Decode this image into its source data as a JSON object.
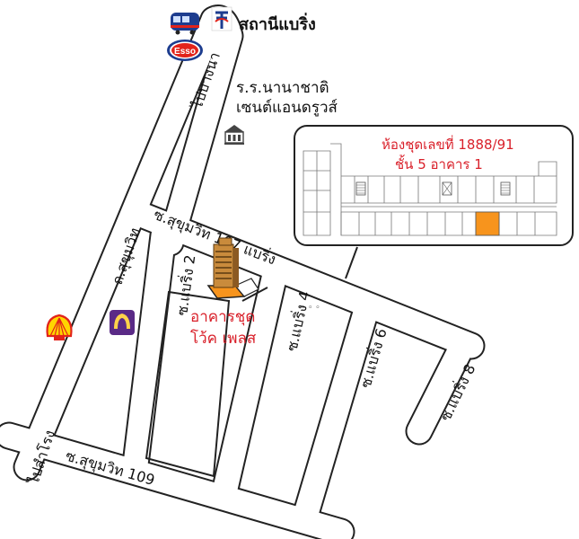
{
  "station": {
    "name": "สถานีแบริ่ง",
    "badge": "Esso"
  },
  "school": {
    "line1": "ร.ร.นานาชาติ",
    "line2": "เซนต์แอนดรูวส์"
  },
  "roads": {
    "to_bangna": "ไปบางนา",
    "sukhumvit": "ถ.สุขุมวิท",
    "sukhumvit_107": "ซ.สุขุมวิท 107 แบริ่ง",
    "bearing_2": "ซ.แบริ่ง 2",
    "bearing_4": "ซ.แบริ่ง 4",
    "bearing_6": "ซ.แบริ่ง 6",
    "bearing_8": "ซ.แบริ่ง 8",
    "to_samrong": "ไปสำโรง",
    "sukhumvit_109": "ซ.สุขุมวิท 109"
  },
  "condo": {
    "line1": "อาคารชุด",
    "line2": "โว้ค เพลส"
  },
  "floor_plan": {
    "line1": "ห้องชุดเลขที่ 1888/91",
    "line2": "ชั้น 5 อาคาร 1",
    "highlight_color": "#f7941d"
  },
  "colors": {
    "accent": "#d9202a",
    "building": "#f7941d",
    "bank": "#5a2a86",
    "shell_red": "#e2231a",
    "shell_yellow": "#ffd500"
  }
}
